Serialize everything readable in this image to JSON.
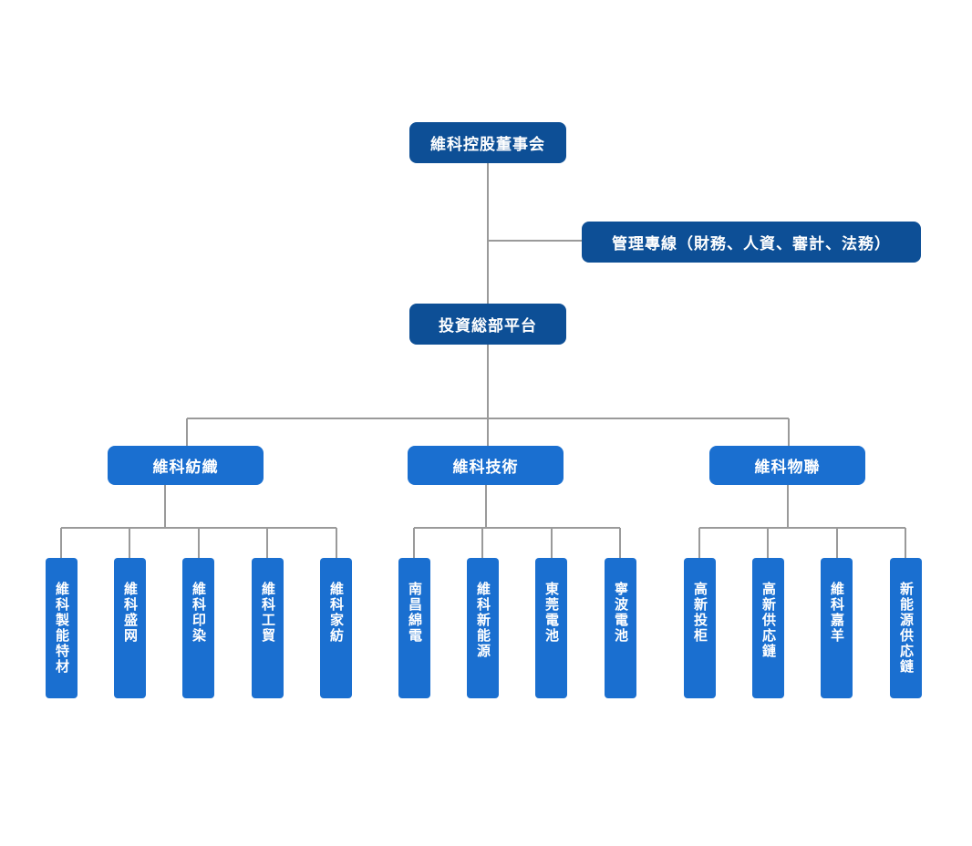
{
  "colors": {
    "line": "#9a9a9a",
    "node_dark": "#0d4f96",
    "node_mid": "#1a6fd0",
    "text": "#ffffff"
  },
  "board": "維科控股董事会",
  "management": "管理專線（財務、人資、審計、法務）",
  "hq": "投資総部平台",
  "divisions": [
    {
      "name": "維科紡織",
      "units": [
        "維科製能特材",
        "維科盛网",
        "維科印染",
        "維科工貿",
        "維科家紡"
      ]
    },
    {
      "name": "維科技術",
      "units": [
        "南昌綿電",
        "維科新能源",
        "東莞電池",
        "寧波電池"
      ]
    },
    {
      "name": "維科物聯",
      "units": [
        "高新投柜",
        "高新供応鏈",
        "維科嘉羊",
        "新能源供応鏈"
      ]
    }
  ]
}
